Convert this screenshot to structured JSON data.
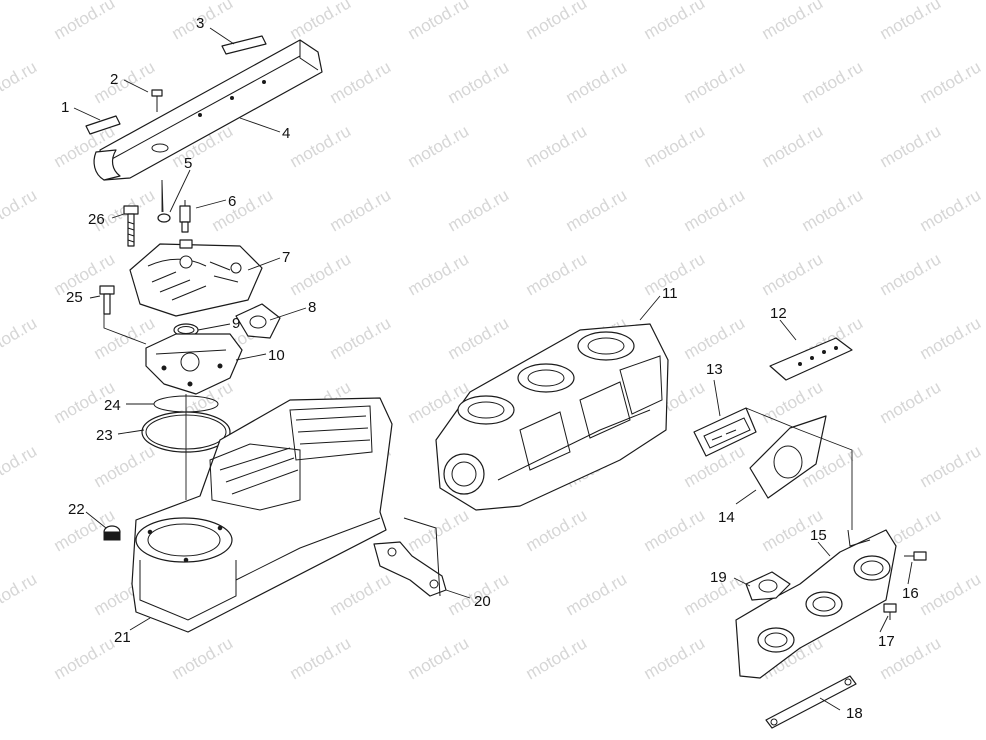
{
  "watermark": "motod.ru",
  "colors": {
    "line": "#1a1a1a",
    "watermark": "#d6d6d6",
    "background": "#ffffff"
  },
  "callouts": [
    {
      "id": "1",
      "label": "1"
    },
    {
      "id": "2",
      "label": "2"
    },
    {
      "id": "3",
      "label": "3"
    },
    {
      "id": "4",
      "label": "4"
    },
    {
      "id": "5",
      "label": "5"
    },
    {
      "id": "6",
      "label": "6"
    },
    {
      "id": "7",
      "label": "7"
    },
    {
      "id": "8",
      "label": "8"
    },
    {
      "id": "9",
      "label": "9"
    },
    {
      "id": "10",
      "label": "10"
    },
    {
      "id": "11",
      "label": "11"
    },
    {
      "id": "12",
      "label": "12"
    },
    {
      "id": "13",
      "label": "13"
    },
    {
      "id": "14",
      "label": "14"
    },
    {
      "id": "15",
      "label": "15"
    },
    {
      "id": "16",
      "label": "16"
    },
    {
      "id": "17",
      "label": "17"
    },
    {
      "id": "18",
      "label": "18"
    },
    {
      "id": "19",
      "label": "19"
    },
    {
      "id": "20",
      "label": "20"
    },
    {
      "id": "21",
      "label": "21"
    },
    {
      "id": "22",
      "label": "22"
    },
    {
      "id": "23",
      "label": "23"
    },
    {
      "id": "24",
      "label": "24"
    },
    {
      "id": "25",
      "label": "25"
    },
    {
      "id": "26",
      "label": "26"
    }
  ]
}
